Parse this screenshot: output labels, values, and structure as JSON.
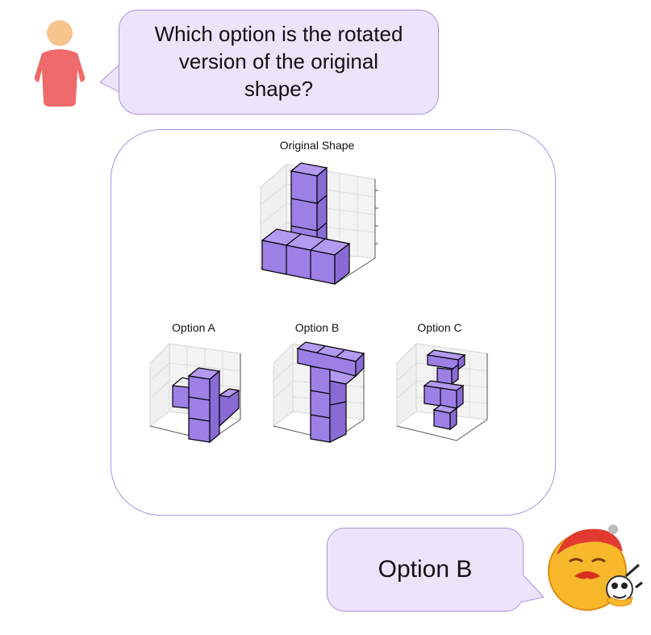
{
  "question": {
    "text": "Which option is the rotated version of the original shape?"
  },
  "answer": {
    "text": "Option B"
  },
  "panel": {
    "original_label": "Original Shape",
    "options": [
      {
        "label": "Option A"
      },
      {
        "label": "Option B"
      },
      {
        "label": "Option C"
      }
    ]
  },
  "colors": {
    "cube_front": "#9d7fe6",
    "cube_side": "#8a6bd6",
    "cube_top": "#b39af0",
    "bubble": "#ece4fb",
    "bubble_border": "#a994dc"
  },
  "icons": {
    "user": "person-icon",
    "assistant": "emoji-mascot-icon"
  }
}
